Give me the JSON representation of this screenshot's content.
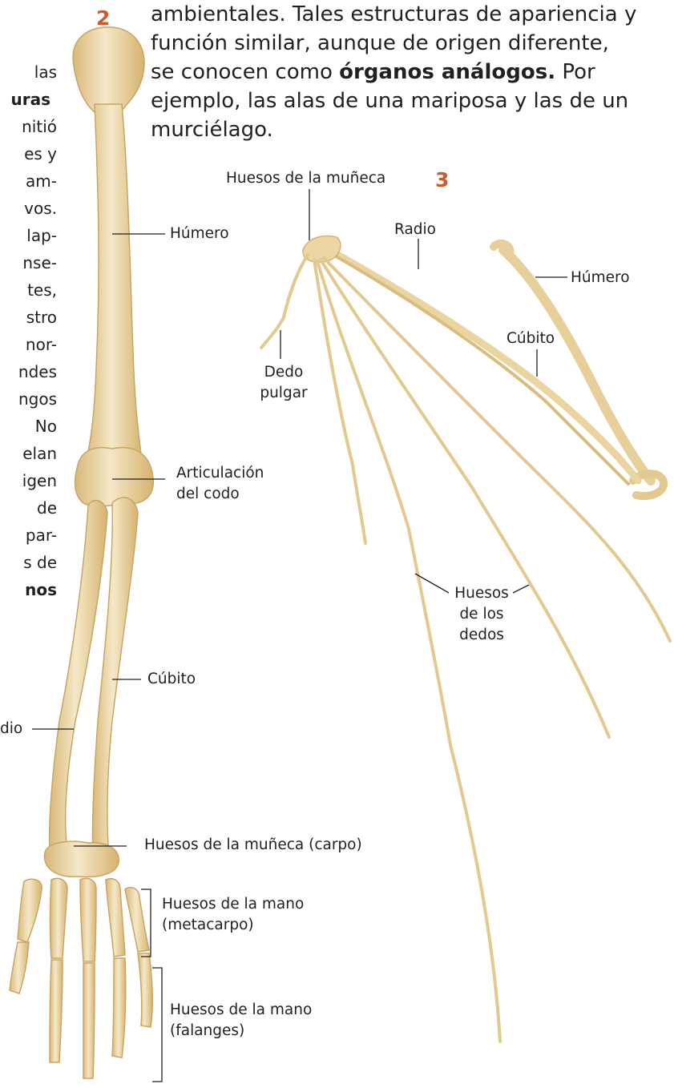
{
  "section_numbers": {
    "human": "2",
    "bat": "3"
  },
  "paragraph": {
    "line1": "ambientales. Tales estructuras de apariencia y",
    "line2": "función similar, aunque de origen diferente,",
    "line3_pre": "se conocen como ",
    "line3_bold": "órganos análogos.",
    "line3_post": " Por",
    "line4": "ejemplo, las alas de una mariposa y las de un",
    "line5": "murciélago."
  },
  "left_text_fragments": [
    "las",
    "uras",
    "nitió",
    "es y",
    "am-",
    "vos.",
    "lap-",
    "nse-",
    "tes,",
    "stro",
    "nor-",
    "ndes",
    "ngos",
    "No",
    "elan",
    "igen",
    "de",
    "par-",
    "s de",
    "nos"
  ],
  "human_labels": {
    "humerus": "Húmero",
    "elbow_line1": "Articulación",
    "elbow_line2": "del codo",
    "ulna": "Cúbito",
    "radius_partial": "dio",
    "carpus": "Huesos de la muñeca (carpo)",
    "metacarpus_line1": "Huesos de la mano",
    "metacarpus_line2": "(metacarpo)",
    "phalanges_line1": "Huesos de la mano",
    "phalanges_line2": "(falanges)"
  },
  "bat_labels": {
    "wrist": "Huesos de la muñeca",
    "radius": "Radio",
    "humerus": "Húmero",
    "ulna": "Cúbito",
    "thumb_line1": "Dedo",
    "thumb_line2": "pulgar",
    "fingers_line1": "Huesos",
    "fingers_line2": "de los",
    "fingers_line3": "dedos"
  },
  "colors": {
    "accent": "#cc5a2a",
    "text": "#231f20",
    "bone_light": "#f4e6c4",
    "bone_mid": "#e3c88f",
    "bone_dark": "#c9a565"
  }
}
